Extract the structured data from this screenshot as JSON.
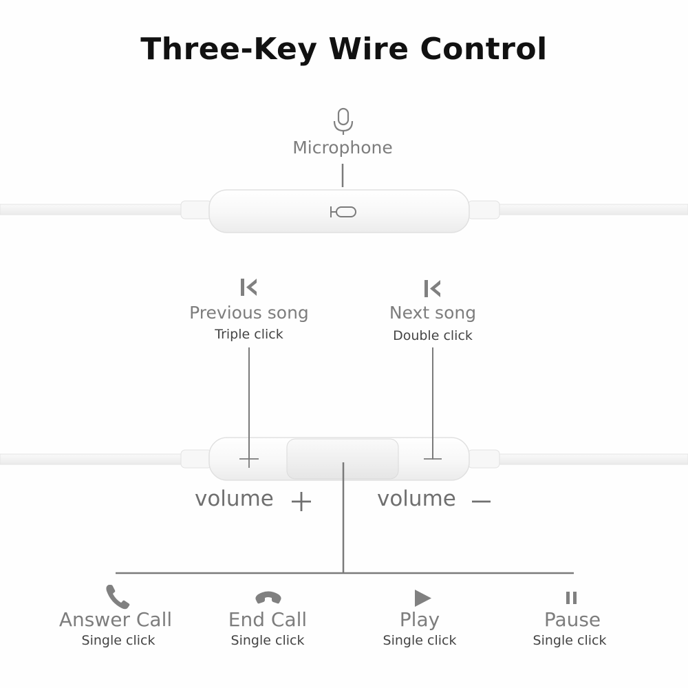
{
  "title": "Three-Key Wire Control",
  "top_control": {
    "label": "Microphone",
    "icon": "microphone-icon"
  },
  "remote_keys": {
    "previous": {
      "icon": "previous-song-icon",
      "label": "Previous song",
      "action": "Triple click"
    },
    "next": {
      "icon": "next-song-icon",
      "label": "Next song",
      "action": "Double click"
    },
    "volume_up": {
      "label": "volume",
      "symbol": "+"
    },
    "volume_down": {
      "label": "volume",
      "symbol": "—"
    }
  },
  "center_button_functions": [
    {
      "icon": "phone-answer-icon",
      "label": "Answer Call",
      "action": "Single click"
    },
    {
      "icon": "phone-end-icon",
      "label": "End Call",
      "action": "Single click"
    },
    {
      "icon": "play-icon",
      "label": "Play",
      "action": "Single click"
    },
    {
      "icon": "pause-icon",
      "label": "Pause",
      "action": "Single click"
    }
  ],
  "colors": {
    "cable": "#f3f3f3",
    "cable_edge": "#e1e1e1",
    "connector_line": "#7a7a7a",
    "icon_gray": "#808080",
    "title": "#111111"
  }
}
